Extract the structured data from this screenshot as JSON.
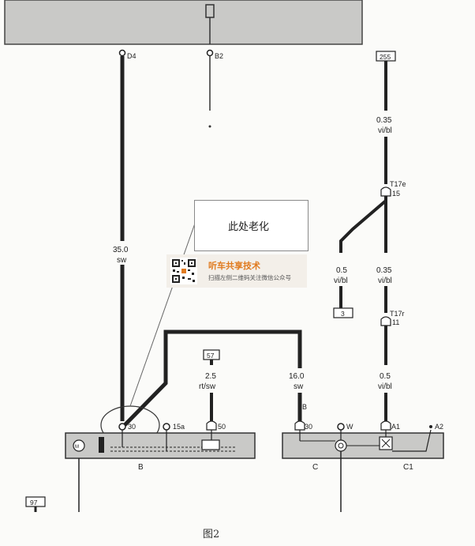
{
  "labels": {
    "top_pins": [
      "D4",
      "B2"
    ],
    "connector_255": "255",
    "wire_main_size": "35.0",
    "wire_main_color": "sw",
    "wire_vi_top_size": "0.35",
    "wire_vi_top_color": "vi/bl",
    "conn_t17e": "T17e",
    "conn_t17e_pin": "15",
    "wire_branch_size": "0.5",
    "wire_branch_color": "vi/bl",
    "wire_vi_mid_size": "0.35",
    "wire_vi_mid_color": "vi/bl",
    "ref_3": "3",
    "conn_t17r": "T17r",
    "conn_t17r_pin": "11",
    "ref_57": "57",
    "wire_rt_size": "2.5",
    "wire_rt_color": "rt/sw",
    "wire_16_size": "16.0",
    "wire_16_color": "sw",
    "wire_vi_low_size": "0.5",
    "wire_vi_low_color": "vi/bl",
    "pin_b": "B",
    "pin_30_left": "30",
    "pin_15a": "15a",
    "pin_50": "50",
    "pin_30_right": "30",
    "pin_w": "W",
    "pin_a1": "A1",
    "pin_a2": "A2",
    "component_b": "B",
    "component_c": "C",
    "component_c1": "C1",
    "ref_97": "97"
  },
  "callout": {
    "text": "此处老化"
  },
  "watermark": {
    "title": "听车共享技术",
    "subtitle": "扫描左侧二维码关注微信公众号"
  },
  "caption": "图2"
}
